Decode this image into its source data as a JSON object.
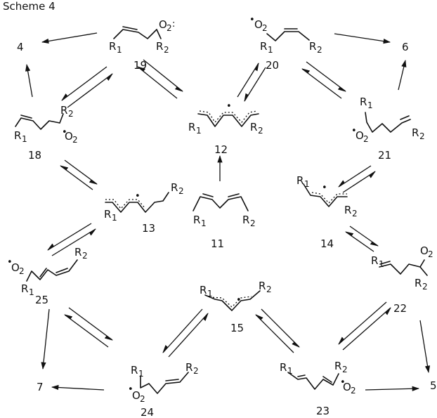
{
  "header": {
    "text": "Scheme 4"
  },
  "compounds": {
    "c4": "4",
    "c6": "6",
    "c7": "7",
    "c5": "5",
    "c11": "11",
    "c12": "12",
    "c13": "13",
    "c14": "14",
    "c15": "15",
    "c18": "18",
    "c19": "19",
    "c20": "20",
    "c21": "21",
    "c22": "22",
    "c23": "23",
    "c24": "24",
    "c25": "25"
  },
  "atoms": {
    "R": "R",
    "one": "1",
    "two": "2",
    "O": "O",
    "dot": "•",
    "colon": ":"
  }
}
